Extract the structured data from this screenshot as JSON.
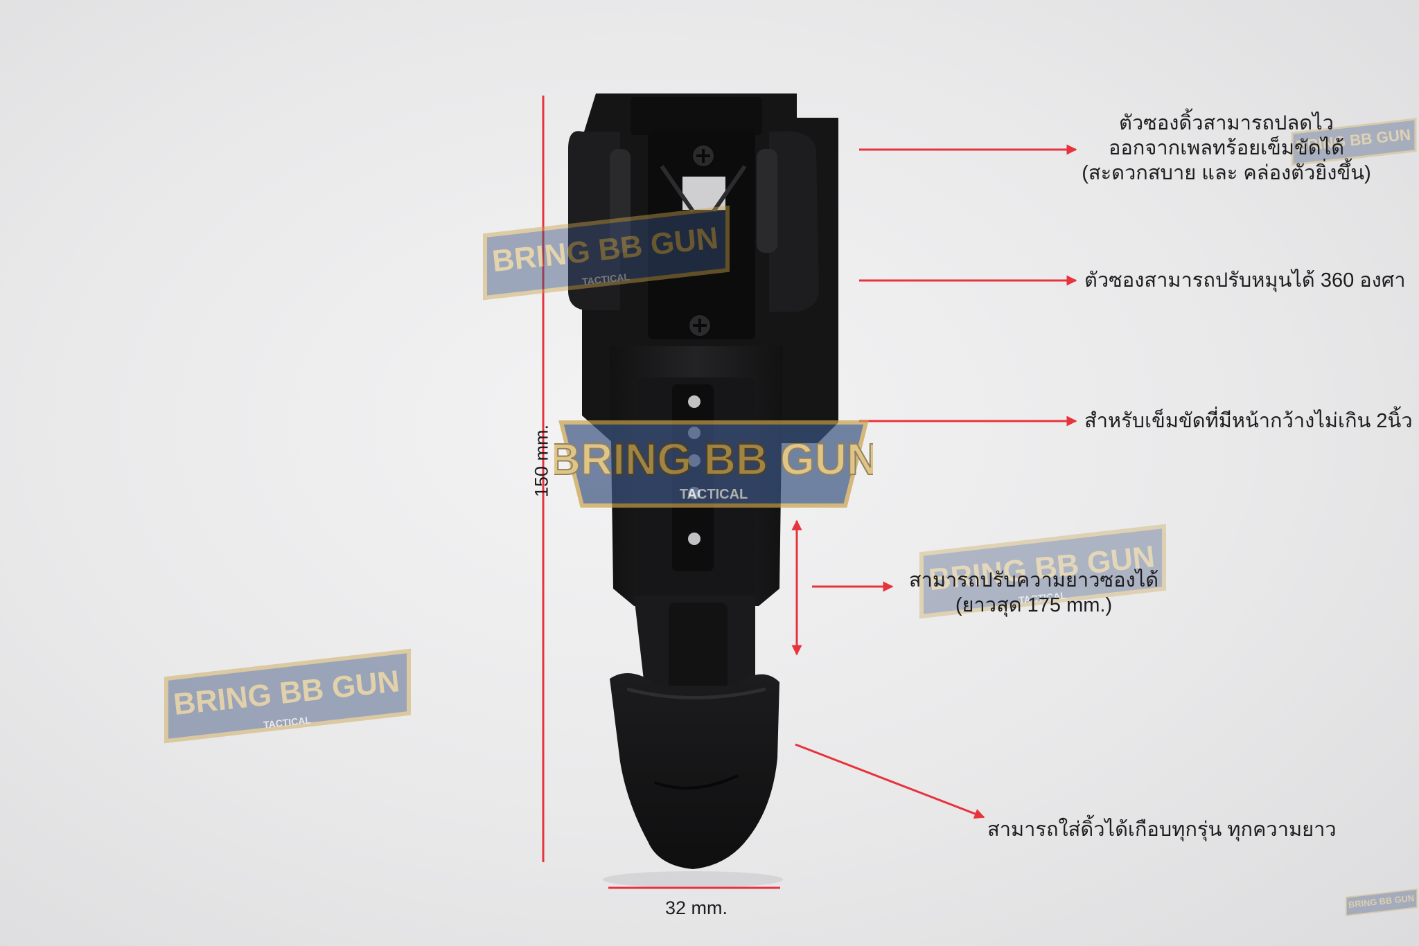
{
  "dimensions": {
    "height_label": "150 mm.",
    "width_label": "32 mm."
  },
  "callouts": [
    {
      "lines": [
        "ตัวซองดิ้วสามารถปลดไว",
        "ออกจากเพลทร้อยเข็มขัดได้",
        "(สะดวกสบาย และ คล่องตัวยิ่งขึ้น)"
      ]
    },
    {
      "lines": [
        "ตัวซองสามารถปรับหมุนได้ 360 องศา"
      ]
    },
    {
      "lines": [
        "สำหรับเข็มขัดที่มีหน้ากว้างไม่เกิน 2นิ้ว"
      ]
    },
    {
      "lines": [
        "สามารถปรับความยาวซองได้",
        "(ยาวสุด 175 mm.)"
      ]
    },
    {
      "lines": [
        "สามารถใส่ดิ้วได้เกือบทุกรุ่น ทุกความยาว"
      ]
    }
  ],
  "watermark": {
    "brand": "BRING BB GUN",
    "sub": "TACTICAL"
  },
  "colors": {
    "arrow": "#e8323c",
    "holster": "#1a1a1b",
    "background": "#ececed"
  }
}
